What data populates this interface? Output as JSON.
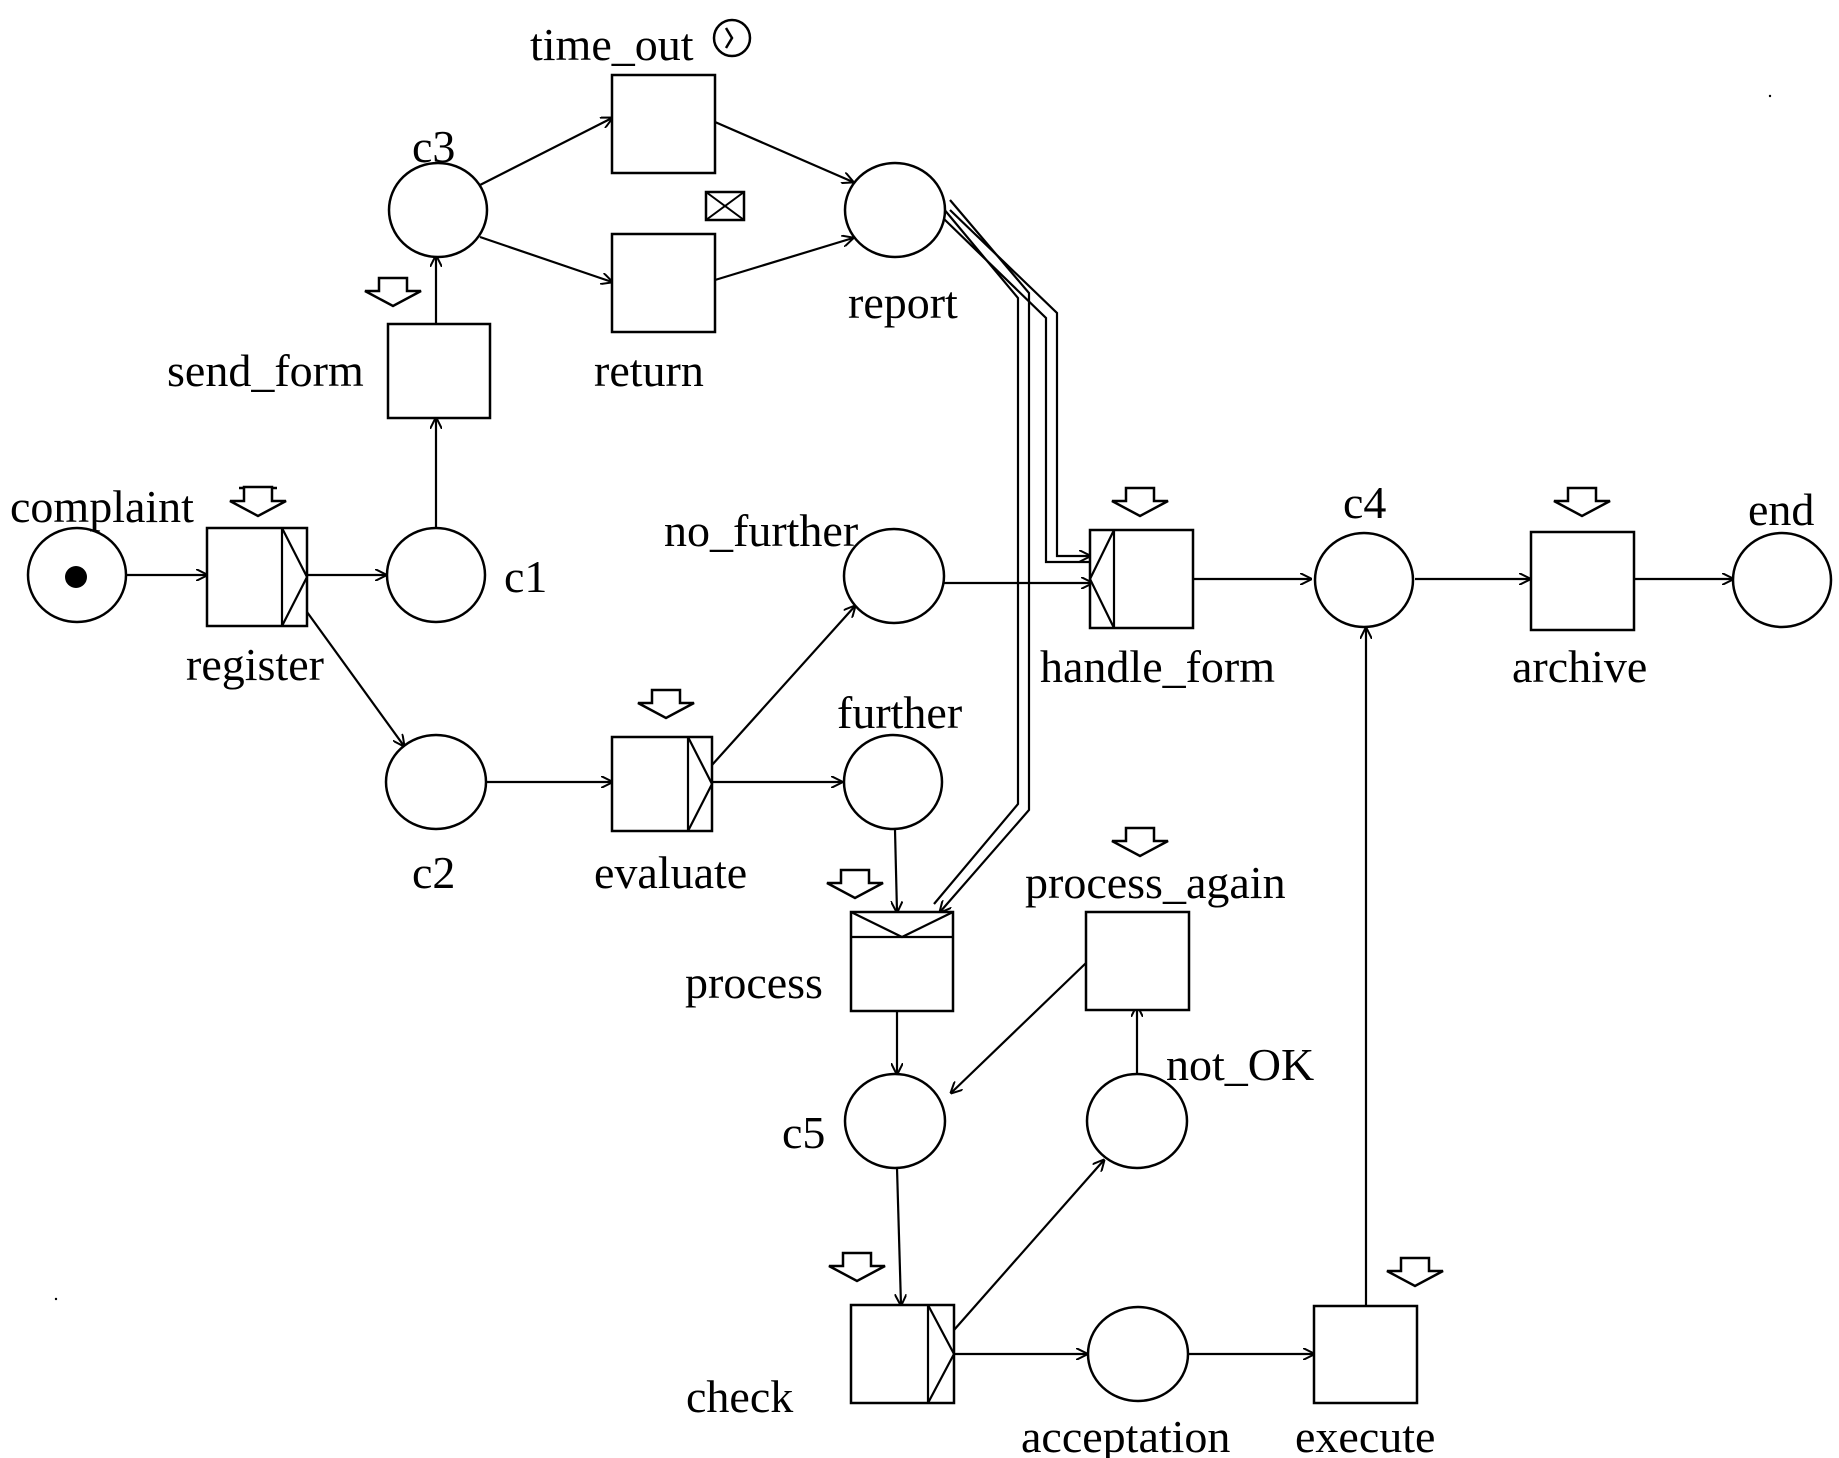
{
  "diagram": {
    "places": {
      "complaint": "complaint",
      "c1": "c1",
      "c2": "c2",
      "c3": "c3",
      "report": "report",
      "no_further": "no_further",
      "further": "further",
      "c4": "c4",
      "end": "end",
      "c5": "c5",
      "not_ok": "not_OK",
      "acceptation": "acceptation"
    },
    "transitions": {
      "register": "register",
      "send_form": "send_form",
      "time_out": "time_out",
      "return": "return",
      "evaluate": "evaluate",
      "handle_form": "handle_form",
      "archive": "archive",
      "process": "process",
      "process_again": "process_again",
      "check": "check",
      "execute": "execute"
    },
    "initial_token": "complaint"
  },
  "colors": {
    "stroke": "#000000",
    "fill": "#ffffff"
  },
  "icons": [
    "clock-icon",
    "envelope-icon",
    "trigger-arrow-icon"
  ]
}
